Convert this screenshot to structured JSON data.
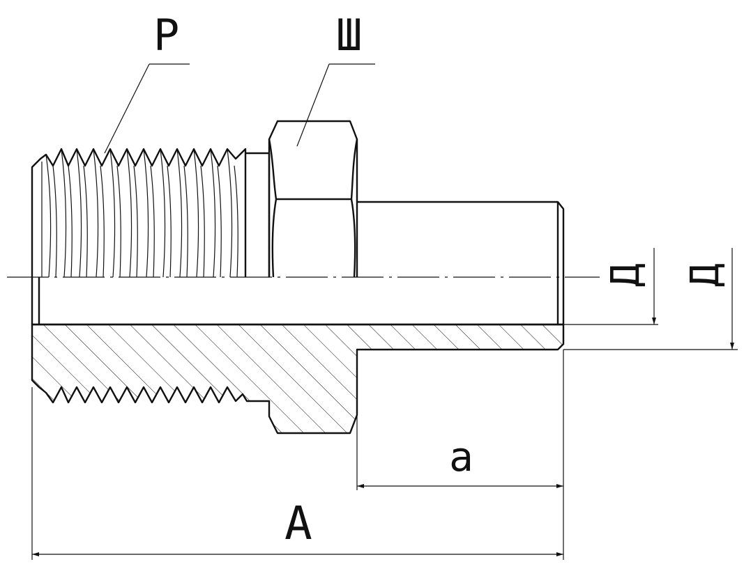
{
  "labels": {
    "thread": "Р",
    "hex": "Ш",
    "inner_diameter": "Д",
    "outer_diameter": "Д",
    "shank_length": "a",
    "overall_length": "А"
  },
  "colors": {
    "line": "#111111",
    "background": "#ffffff"
  }
}
